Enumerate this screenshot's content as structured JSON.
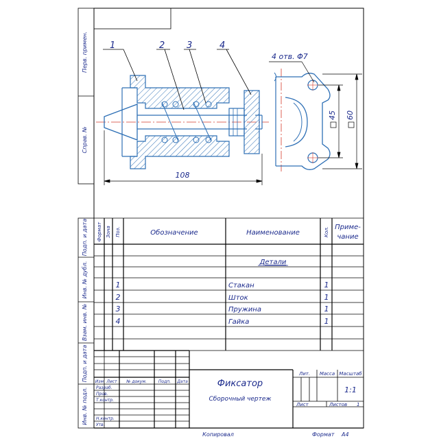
{
  "side_labels": {
    "perv_primen": "Перв. примен.",
    "sprav_no": "Справ. №",
    "podp_data_top": "Подп. и дата",
    "inv_dubl": "Инв. № дубл.",
    "vzam_inv": "Взам. инв. №",
    "podp_data_bottom": "Подп. и дата",
    "inv_podl": "Инв. № подл."
  },
  "drawing": {
    "leaders": [
      "1",
      "2",
      "3",
      "4"
    ],
    "holes_note": "4 отв. Φ7",
    "dim_length": "108",
    "dim_45": "45",
    "dim_60": "60"
  },
  "spec": {
    "headers": {
      "format": "Формат",
      "zone": "Зона",
      "pos": "Поз.",
      "designation": "Обозначение",
      "name": "Наименование",
      "qty": "Кол.",
      "note_1": "Приме-",
      "note_2": "чание"
    },
    "section": "Детали",
    "rows": [
      {
        "pos": "1",
        "name": "Стакан",
        "qty": "1"
      },
      {
        "pos": "2",
        "name": "Шток",
        "qty": "1"
      },
      {
        "pos": "3",
        "name": "Пружина",
        "qty": "1"
      },
      {
        "pos": "4",
        "name": "Гайка",
        "qty": "1"
      }
    ]
  },
  "title_block": {
    "headers": {
      "izm": "Изм",
      "list": "Лист",
      "doc": "№ докум.",
      "podp": "Подп.",
      "data": "Дата"
    },
    "roles": [
      "Разраб.",
      "Пров.",
      "Т.контр.",
      "",
      "Н.контр.",
      "Утв."
    ],
    "title": "Фиксатор",
    "subtitle": "Сборочный чертеж",
    "lit": "Лит.",
    "massa": "Масса",
    "masshtab": "Масштаб",
    "scale_value": "1:1",
    "list_label": "Лист",
    "listov_label": "Листов",
    "listov_value": "1"
  },
  "footer": {
    "kopiroval": "Копировал",
    "format_label": "Формат",
    "format_value": "А4"
  }
}
